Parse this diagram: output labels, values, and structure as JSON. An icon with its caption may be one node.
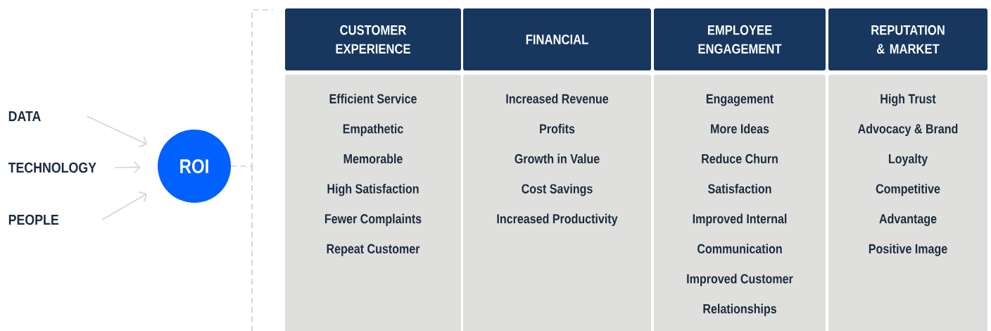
{
  "diagram": {
    "nodes": [
      {
        "text": [
          "DATA"
        ]
      },
      {
        "text": [
          "TECHNOLOGY"
        ]
      },
      {
        "text": [
          "PEOPLE"
        ]
      },
      {
        "text": [
          "ROI"
        ]
      },
      {
        "text": [
          "CUSTOMER EXPERIENCE"
        ]
      },
      {
        "text": [
          "Efficient Service",
          "Empathetic",
          "Memorable",
          "High Satisfaction",
          "Fewer Complaints",
          "Repeat Customer"
        ]
      },
      {
        "text": [
          "FINANCIAL"
        ]
      },
      {
        "text": [
          "Increased Revenue",
          "Profits",
          "Growth in Value",
          "Cost Savings",
          "Increased Productivity"
        ]
      },
      {
        "text": [
          "EMPLOYEE ENGAGEMENT"
        ]
      },
      {
        "text": [
          "Engagement",
          "More Ideas",
          "Reduce Churn",
          "Satisfaction",
          "Improved Internal",
          "Communication",
          "Improved Customer",
          "Relationships"
        ]
      },
      {
        "text": [
          "REPUTATION & MARKET"
        ]
      },
      {
        "text": [
          "High Trust",
          "Advocacy & Brand",
          "Loyalty",
          "Competitive",
          "Advantage",
          "Positive Image"
        ]
      }
    ],
    "edges": [
      {
        "from": 0,
        "to": 3,
        "arrow": "to"
      },
      {
        "from": 1,
        "to": 3,
        "arrow": "to"
      },
      {
        "from": 2,
        "to": 3,
        "arrow": "to"
      },
      {
        "from": 3,
        "to": null,
        "arrow": "none",
        "style": "dashed"
      }
    ]
  }
}
